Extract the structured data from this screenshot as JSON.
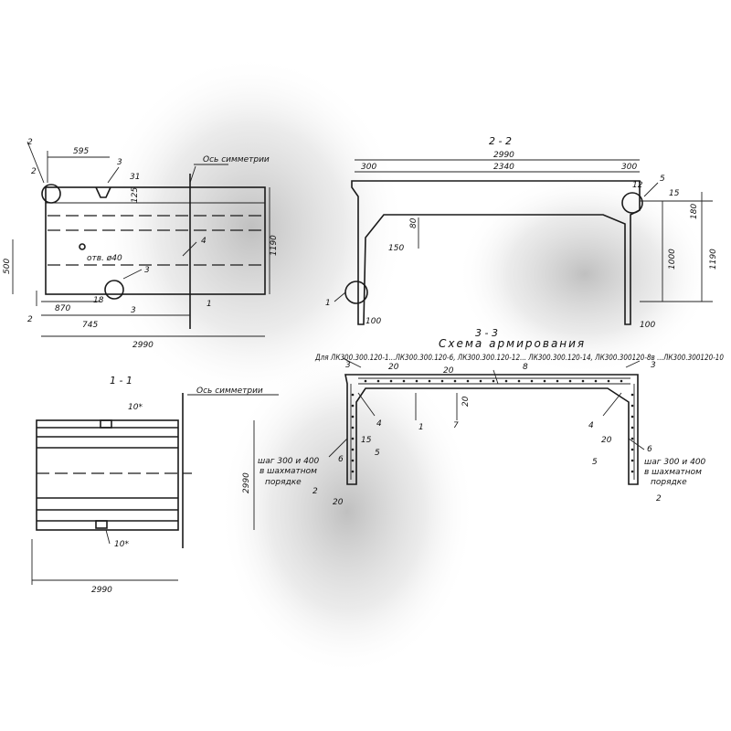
{
  "colors": {
    "ink": "#1a1a1a",
    "paper": "#ffffff",
    "smudge": "#9a9a9a"
  },
  "top_left": {
    "dim_595": "595",
    "dim_2990": "2990",
    "dim_870": "870",
    "dim_745": "745",
    "dim_1190": "1190",
    "dim_500": "500",
    "dim_125": "125",
    "axis_label": "Ось симметрии",
    "hole_label": "отв. ø40",
    "mark_2a": "2",
    "mark_2b": "2",
    "mark_3a": "3",
    "mark_3b": "3",
    "mark_3c": "3",
    "mark_31": "31",
    "mark_4": "4",
    "mark_18": "18",
    "mark_2c": "2",
    "cut_mark": "1"
  },
  "section_2_2": {
    "title": "2 - 2",
    "dim_2990": "2990",
    "dim_2340": "2340",
    "dim_300a": "300",
    "dim_300b": "300",
    "dim_180": "180",
    "dim_1000": "1000",
    "dim_1190": "1190",
    "dim_150": "150",
    "dim_100a": "100",
    "dim_100b": "100",
    "dim_15": "15",
    "mark_1": "1",
    "mark_5": "5",
    "mark_12": "12",
    "dim_80": "80"
  },
  "section_1_1": {
    "title": "1 - 1",
    "axis_label": "Ось симметрии",
    "mark_10a": "10*",
    "mark_10b": "10*",
    "dim_2990": "2990",
    "dim_2990_v": "2990"
  },
  "section_3_3": {
    "title": "3 - 3",
    "subtitle": "Схема армирования",
    "caption": "Для ЛК300.300.120-1...ЛК300.300.120-6, ЛК300.300.120-12... ЛК300.300.120-14, ЛК300.300120-8в ...ЛК300.300120-10",
    "m1": "1",
    "m2a": "2",
    "m2b": "2",
    "m3a": "3",
    "m3b": "3",
    "m4a": "4",
    "m4b": "4",
    "m5a": "5",
    "m5b": "5",
    "m6a": "6",
    "m6b": "6",
    "m7": "7",
    "m8": "8",
    "d20a": "20",
    "d20b": "20",
    "d20c": "20",
    "d20d": "20",
    "d20e": "20",
    "d15": "15",
    "step_left_1": "шаг 300 и 400",
    "step_left_2": "в шахматном",
    "step_left_3": "порядке",
    "step_right_1": "шаг 300 и 400",
    "step_right_2": "в шахматном",
    "step_right_3": "порядке"
  }
}
